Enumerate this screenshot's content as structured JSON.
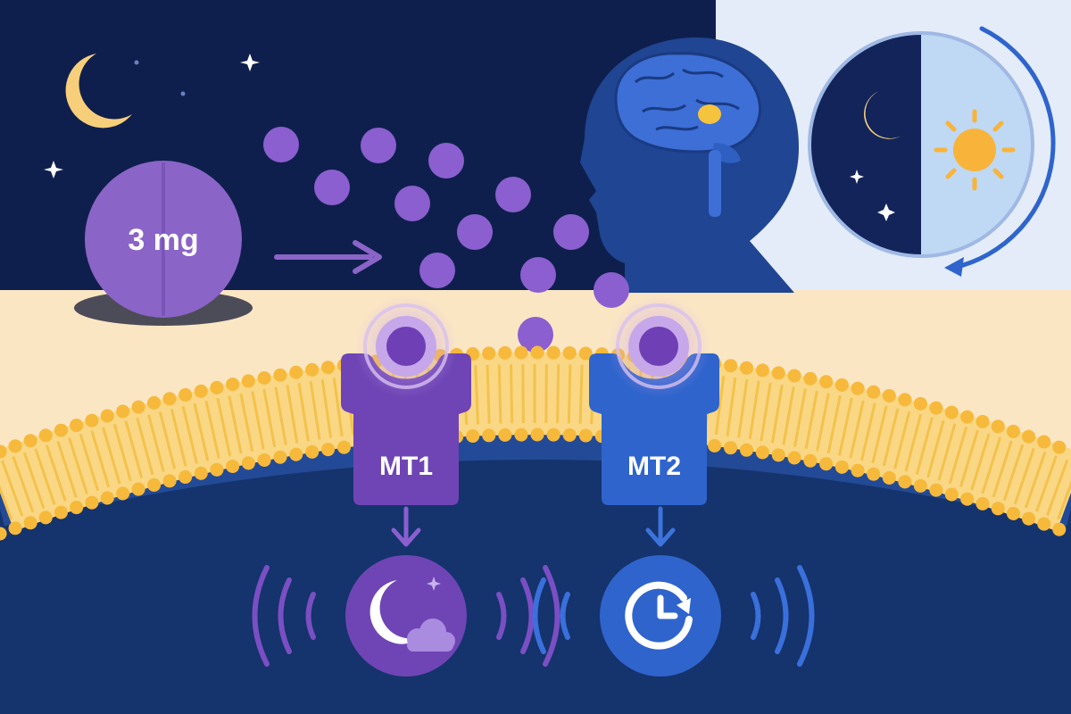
{
  "pill": {
    "dose_label": "3 mg"
  },
  "receptors": [
    {
      "label": "MT1"
    },
    {
      "label": "MT2"
    }
  ],
  "colors": {
    "night_sky": "#0f1f4d",
    "cream_band": "#fbe6c4",
    "cytoplasm": "#15336c",
    "membrane_head": "#f6b93b",
    "melatonin": "#8b5fcf",
    "mt1_purple": "#6f45b5",
    "mt2_blue": "#2f64cc",
    "moon_yellow": "#f7cf7a",
    "sun_orange": "#f8b43a",
    "day_panel": "#e3ecf8"
  },
  "icons": {
    "moon": "crescent-moon-icon",
    "sun": "sun-icon",
    "brain": "brain-icon",
    "head": "human-head-silhouette",
    "clock": "clock-icon",
    "cloud": "cloud-icon",
    "cycle_arrow": "circadian-cycle-arrow-icon"
  }
}
